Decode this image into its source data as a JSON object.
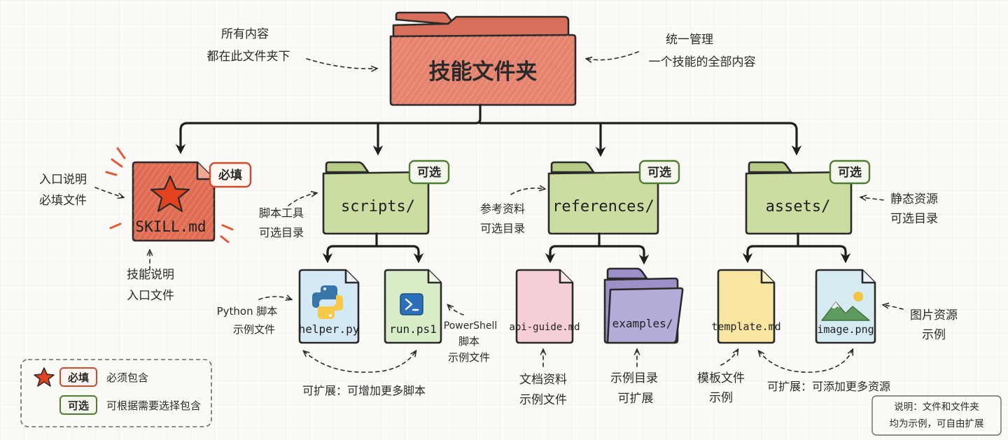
{
  "root": {
    "label": "技能文件夹",
    "note_left": [
      "所有内容",
      "都在此文件夹下"
    ],
    "note_right": [
      "统一管理",
      "一个技能的全部内容"
    ]
  },
  "skill": {
    "filename": "SKILL.md",
    "badge": "必填",
    "note_left": [
      "入口说明",
      "必填文件"
    ],
    "note_below": [
      "技能说明",
      "入口文件"
    ]
  },
  "scripts": {
    "label": "scripts/",
    "badge": "可选",
    "note": [
      "脚本工具",
      "可选目录"
    ],
    "children": [
      {
        "filename": "helper.py",
        "icon": "python-icon",
        "note": [
          "Python 脚本",
          "示例文件"
        ]
      },
      {
        "filename": "run.ps1",
        "icon": "powershell-icon",
        "note": [
          "PowerShell",
          "脚本",
          "示例文件"
        ]
      }
    ],
    "extend": "可扩展：可增加更多脚本"
  },
  "references": {
    "label": "references/",
    "badge": "可选",
    "note": [
      "参考资料",
      "可选目录"
    ],
    "children": [
      {
        "filename": "api-guide.md",
        "note": [
          "文档资料",
          "示例文件"
        ]
      },
      {
        "filename": "examples/",
        "note": [
          "示例目录",
          "可扩展"
        ]
      }
    ]
  },
  "assets": {
    "label": "assets/",
    "badge": "可选",
    "note": [
      "静态资源",
      "可选目录"
    ],
    "children": [
      {
        "filename": "template.md",
        "note": [
          "模板文件",
          "示例"
        ]
      },
      {
        "filename": "image.png",
        "icon": "image-icon",
        "note": [
          "图片资源",
          "示例"
        ]
      }
    ],
    "extend": "可扩展：可添加更多资源"
  },
  "legend": {
    "required_badge": "必填",
    "required_text": "必须包含",
    "optional_badge": "可选",
    "optional_text": "可根据需要选择包含"
  },
  "footnote": [
    "说明：文件和文件夹",
    "均为示例，可自由扩展"
  ],
  "colors": {
    "root": "#e5836f",
    "skill": "#e06c52",
    "folder_green": "#cbdda0",
    "badge_red": "#cc4a2e",
    "badge_green": "#4f7d34",
    "py_file": "#d4e8f6",
    "ps_file": "#d9ecc8",
    "md_file": "#f6cfd6",
    "folder_purple": "#b6acd9",
    "template_file": "#f8e6a0",
    "image_file": "#d6eaf2"
  }
}
